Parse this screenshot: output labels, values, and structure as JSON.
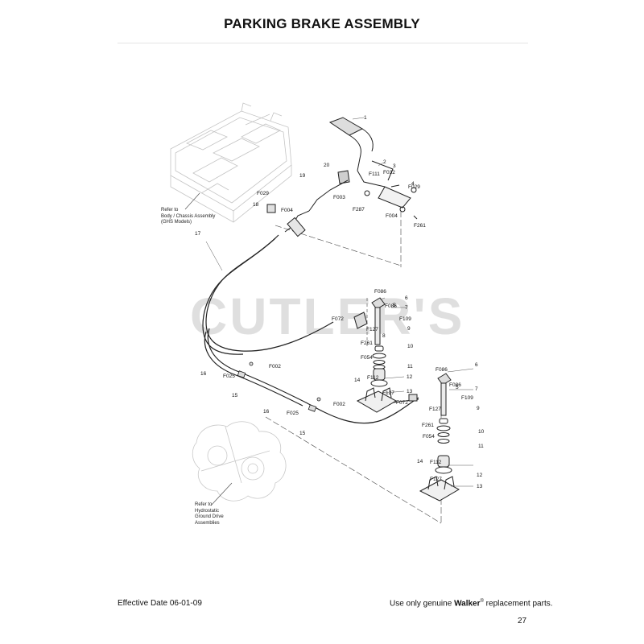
{
  "title": "PARKING BRAKE ASSEMBLY",
  "watermark": "CUTLER'S",
  "references": {
    "body_chassis": "Refer to\nBody / Chassis Assembly\n(GHS Models)",
    "hydrostatic": "Refer to\nHydrostatic\nGround Drive\nAssemblies"
  },
  "callouts": [
    "1",
    "2",
    "3",
    "4",
    "6",
    "6",
    "7",
    "7",
    "8",
    "9",
    "9",
    "10",
    "10",
    "11",
    "11",
    "12",
    "12",
    "13",
    "13",
    "14",
    "14",
    "15",
    "15",
    "16",
    "16",
    "17",
    "18",
    "19",
    "20",
    "F002",
    "F002",
    "F003",
    "F004",
    "F004",
    "F025",
    "F025",
    "F029",
    "F029",
    "F032",
    "F054",
    "F054",
    "F072",
    "F072",
    "F086",
    "F086",
    "F086",
    "F086",
    "F109",
    "F109",
    "F111",
    "F112",
    "F112",
    "F127",
    "F127",
    "F127",
    "F127",
    "F261",
    "F261",
    "F261",
    "F287",
    "5",
    "5"
  ],
  "footer": {
    "effective_date": "Effective Date 06-01-09",
    "notice_pre": "Use only genuine ",
    "brand": "Walker",
    "registered": "®",
    "notice_post": " replacement parts."
  },
  "page_number": "27"
}
